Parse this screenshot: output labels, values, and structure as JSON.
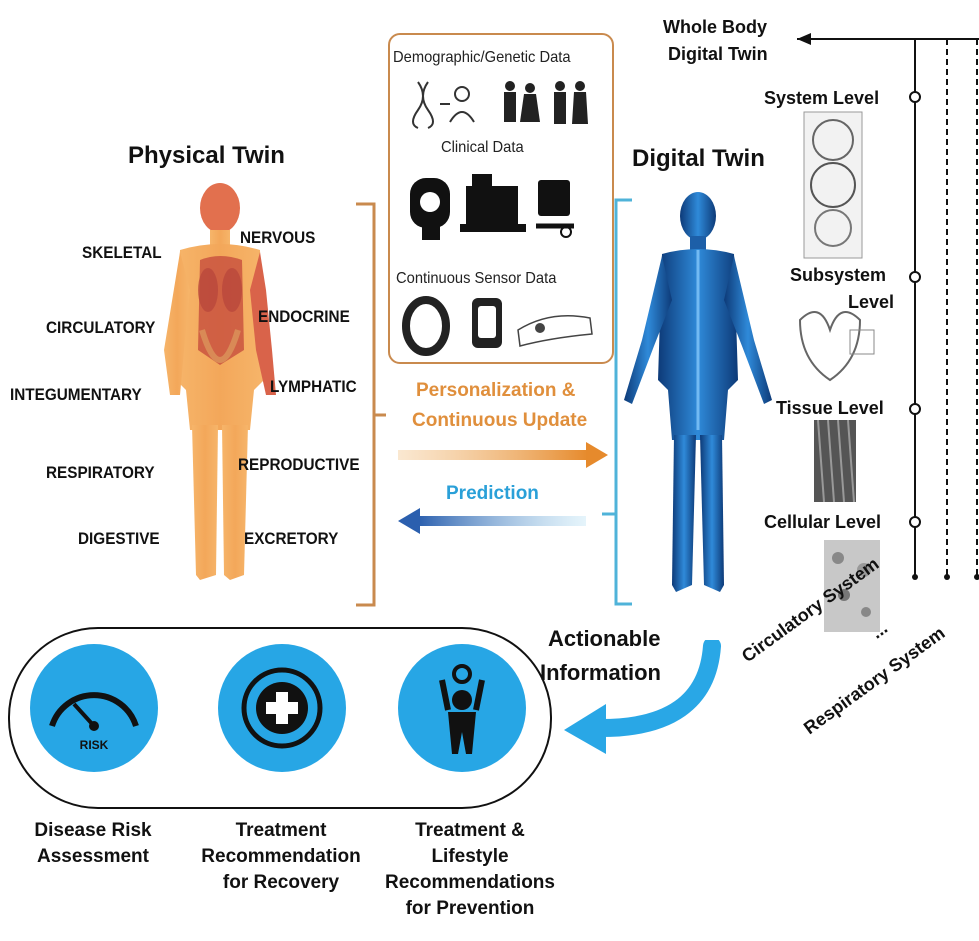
{
  "physical_twin": {
    "title": "Physical Twin",
    "systems_left": [
      "SKELETAL",
      "CIRCULATORY",
      "INTEGUMENTARY",
      "RESPIRATORY",
      "DIGESTIVE"
    ],
    "systems_right": [
      "NERVOUS",
      "ENDOCRINE",
      "LYMPHATIC",
      "REPRODUCTIVE",
      "EXCRETORY"
    ]
  },
  "data_sources": {
    "demographic": "Demographic/Genetic Data",
    "clinical": "Clinical Data",
    "sensor": "Continuous Sensor Data"
  },
  "arrows": {
    "personalization": "Personalization &",
    "continuous_update": "Continuous Update",
    "prediction": "Prediction",
    "actionable_1": "Actionable",
    "actionable_2": "Information"
  },
  "digital_twin": {
    "title": "Digital Twin"
  },
  "hierarchy": {
    "whole_body_1": "Whole Body",
    "whole_body_2": "Digital Twin",
    "system_level": "System Level",
    "subsystem_1": "Subsystem",
    "subsystem_2": "Level",
    "tissue_level": "Tissue Level",
    "cellular_level": "Cellular Level",
    "circulatory_system": "Circulatory System",
    "ellipsis": "...",
    "respiratory_system": "Respiratory System"
  },
  "recommendations": {
    "risk_badge": "RISK",
    "items": [
      {
        "line1": "Disease Risk",
        "line2": "Assessment",
        "line3": "",
        "line4": ""
      },
      {
        "line1": "Treatment",
        "line2": "Recommendation",
        "line3": "for Recovery",
        "line4": ""
      },
      {
        "line1": "Treatment &",
        "line2": "Lifestyle",
        "line3": "Recommendations",
        "line4": "for Prevention"
      }
    ]
  },
  "colors": {
    "accent_blue": "#27a6e5",
    "orange": "#e8a14a",
    "bracket_orange": "#c98a4e",
    "bracket_blue": "#4fb3d9"
  }
}
